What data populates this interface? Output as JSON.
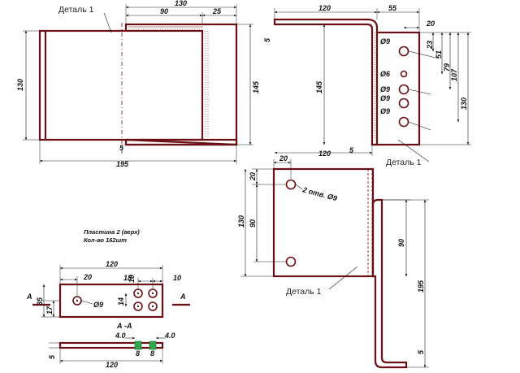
{
  "view1": {
    "part_label": "Деталь 1",
    "dims": {
      "top_total": "130",
      "top_mid": "90",
      "top_right": "25",
      "left_height": "130",
      "right_height": "145",
      "bottom_total": "195",
      "bottom_small": "5"
    }
  },
  "view2": {
    "part_label": "Деталь 1",
    "dims": {
      "top_left": "120",
      "top_right": "55",
      "small_top": "20",
      "left_small": "5",
      "height": "145",
      "bottom_left": "120",
      "bottom_small": "5",
      "d23": "23",
      "d51": "51",
      "d79": "79",
      "d107": "107",
      "d130": "130"
    },
    "hole_labels": [
      "Ø9",
      "Ø6",
      "Ø9",
      "Ø9",
      "Ø9"
    ]
  },
  "view3": {
    "part_label": "Деталь 1",
    "hole_note": "2 отв. Ø9",
    "dims": {
      "d20a": "20",
      "d20b": "20",
      "d120": "120",
      "d5": "5",
      "d130": "130",
      "d90": "90",
      "d90b": "90",
      "d195": "195",
      "d5b": "5"
    }
  },
  "plate": {
    "title": "Пластина 2 (верх)",
    "qty": "Кол-во 162шт",
    "section_mark": "А",
    "section_label": "А -А",
    "dims": {
      "width": "120",
      "d20": "20",
      "d18": "18",
      "d10a": "10",
      "d10b": "10",
      "d35": "35",
      "d17": "17",
      "d14": "14",
      "hole": "Ø9",
      "w4a": "4.0",
      "w4b": "4.0",
      "w8a": "8",
      "w8b": "8",
      "thick": "5",
      "sec_width": "120"
    }
  }
}
